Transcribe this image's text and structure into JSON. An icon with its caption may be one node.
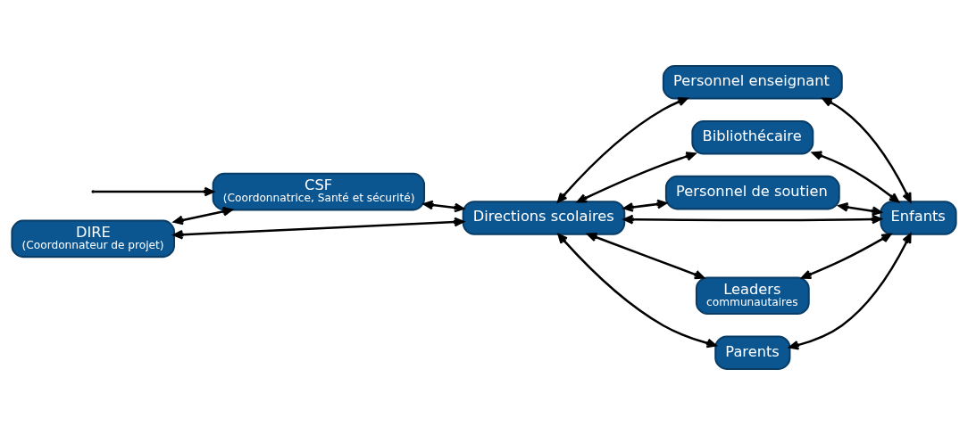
{
  "diagram": {
    "nodes": [
      {
        "text": [
          "DIRE",
          "(Coordonnateur de projet)"
        ]
      },
      {
        "text": [
          "CSF",
          "(Coordonnatrice, Santé et sécurité)"
        ]
      },
      {
        "text": [
          "Directions scolaires"
        ]
      },
      {
        "text": [
          "Personnel enseignant"
        ]
      },
      {
        "text": [
          "Bibliothécaire"
        ]
      },
      {
        "text": [
          "Personnel de soutien"
        ]
      },
      {
        "text": [
          "Enfants"
        ]
      },
      {
        "text": [
          "Leaders",
          "communautaires"
        ]
      },
      {
        "text": [
          "Parents"
        ]
      }
    ],
    "edges": [
      {
        "from": 0,
        "to": 1,
        "arrow": "both"
      },
      {
        "from": 1,
        "to": 2,
        "arrow": "both"
      },
      {
        "from": 0,
        "to": 2,
        "arrow": "both"
      },
      {
        "from": null,
        "to": 1,
        "arrow": "to"
      },
      {
        "from": 2,
        "to": 3,
        "arrow": "both"
      },
      {
        "from": 2,
        "to": 4,
        "arrow": "both"
      },
      {
        "from": 2,
        "to": 5,
        "arrow": "both"
      },
      {
        "from": 2,
        "to": 7,
        "arrow": "both"
      },
      {
        "from": 2,
        "to": 8,
        "arrow": "both"
      },
      {
        "from": 2,
        "to": 6,
        "arrow": "both"
      },
      {
        "from": 3,
        "to": 6,
        "arrow": "both"
      },
      {
        "from": 4,
        "to": 6,
        "arrow": "both"
      },
      {
        "from": 5,
        "to": 6,
        "arrow": "both"
      },
      {
        "from": 7,
        "to": 6,
        "arrow": "both"
      },
      {
        "from": 8,
        "to": 6,
        "arrow": "both"
      }
    ]
  }
}
